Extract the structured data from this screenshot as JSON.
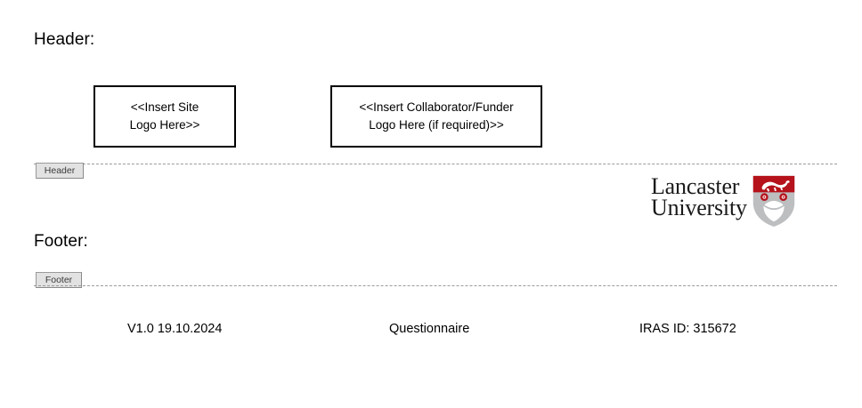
{
  "document": {
    "background_color": "#ffffff",
    "sections": {
      "header_heading": "Header:",
      "footer_heading": "Footer:"
    }
  },
  "header": {
    "heading": "Header:",
    "placeholders": [
      {
        "name": "site-logo",
        "line1": "<<Insert Site",
        "line2": "Logo Here>>"
      },
      {
        "name": "collaborator-funder-logo",
        "line1": "<<Insert Collaborator/Funder",
        "line2": "Logo Here (if required)>>"
      }
    ],
    "institution_logo": {
      "line1": "Lancaster",
      "line2": "University",
      "crest_colors": {
        "red": "#B5121B",
        "grey": "#BCBEC0",
        "white": "#ffffff"
      }
    },
    "region_tag": "Header"
  },
  "footer": {
    "heading": "Footer:",
    "region_tag": "Footer",
    "columns": [
      {
        "name": "version",
        "text": "V1.0 19.10.2024"
      },
      {
        "name": "document-type",
        "text": "Questionnaire"
      },
      {
        "name": "iras-id",
        "text": "IRAS ID: 315672"
      }
    ]
  },
  "separators": {
    "style": "dashed",
    "color": "#9a9a9a"
  }
}
